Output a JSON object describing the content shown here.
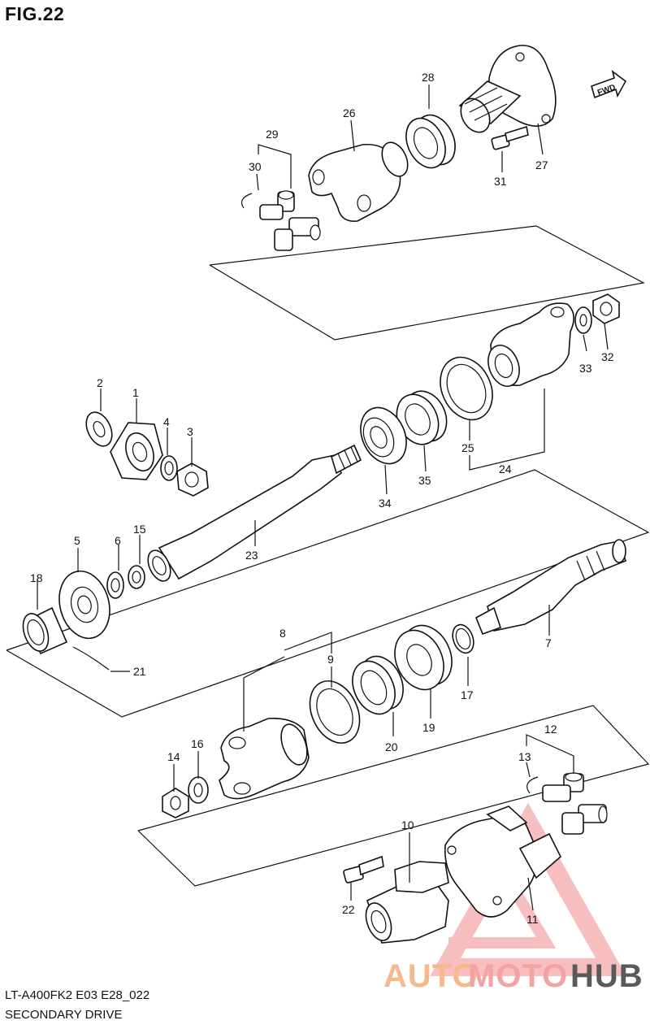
{
  "figure": {
    "title": "FIG.22",
    "code": "LT-A400FK2 E03 E28_022",
    "caption": "SECONDARY DRIVE"
  },
  "fwd_label": "FWD",
  "callouts": [
    "1",
    "2",
    "3",
    "4",
    "5",
    "6",
    "7",
    "8",
    "9",
    "10",
    "11",
    "12",
    "13",
    "14",
    "15",
    "16",
    "17",
    "18",
    "19",
    "20",
    "21",
    "22",
    "23",
    "24",
    "25",
    "26",
    "27",
    "28",
    "29",
    "30",
    "31",
    "32",
    "33",
    "34",
    "35"
  ],
  "watermark": {
    "parts": [
      "AUTO",
      "MOTO",
      "HUB"
    ],
    "colors": {
      "auto": "#f6b88e",
      "moto": "#f4a3a3",
      "hub": "#5a5a5a",
      "triangle": "#f08a8a"
    }
  }
}
